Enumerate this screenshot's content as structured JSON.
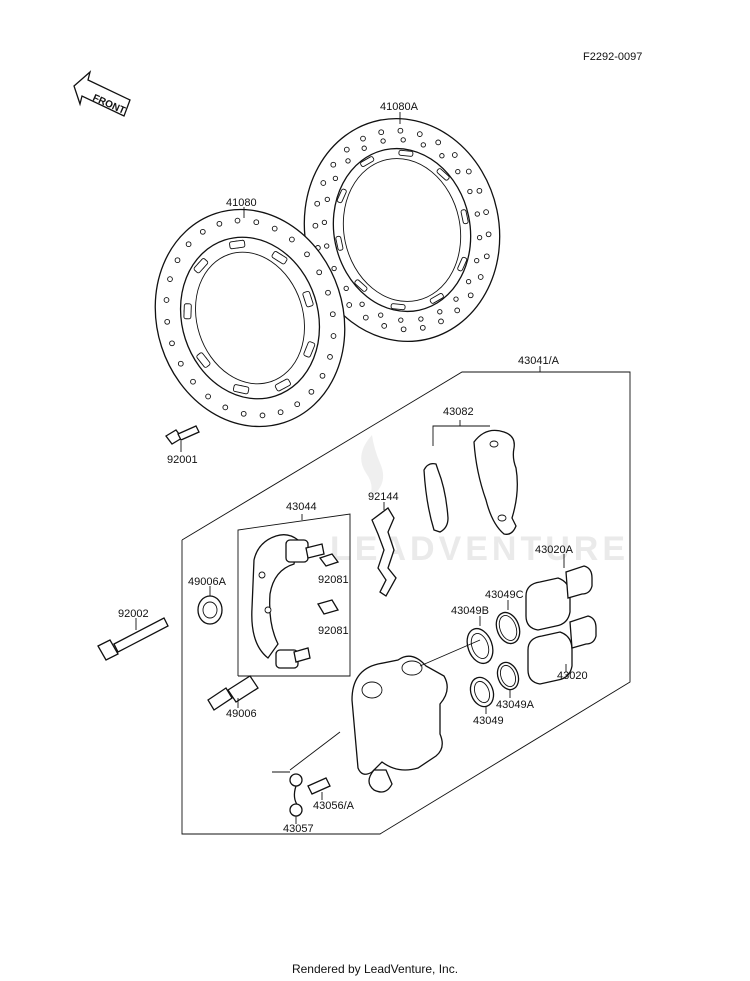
{
  "diagram_code": "F2292-0097",
  "front_label": "FRONT",
  "watermark_text": "LEADVENTURE",
  "footer": "Rendered by LeadVenture, Inc.",
  "parts": {
    "disc_a": "41080A",
    "disc": "41080",
    "bolt_disc": "92001",
    "caliper_assy": "43041/A",
    "pad_set": "43082",
    "spring": "92144",
    "bracket": "43044",
    "boot_a": "49006A",
    "pad_clip_1": "92081",
    "pad_clip_2": "92081",
    "bolt_caliper": "92002",
    "pin": "49006",
    "piston_a": "43020A",
    "seal_c": "43049C",
    "seal_b": "43049B",
    "piston": "43020",
    "seal_a": "43049A",
    "seal": "43049",
    "bleeder": "43056/A",
    "cap": "43057"
  }
}
